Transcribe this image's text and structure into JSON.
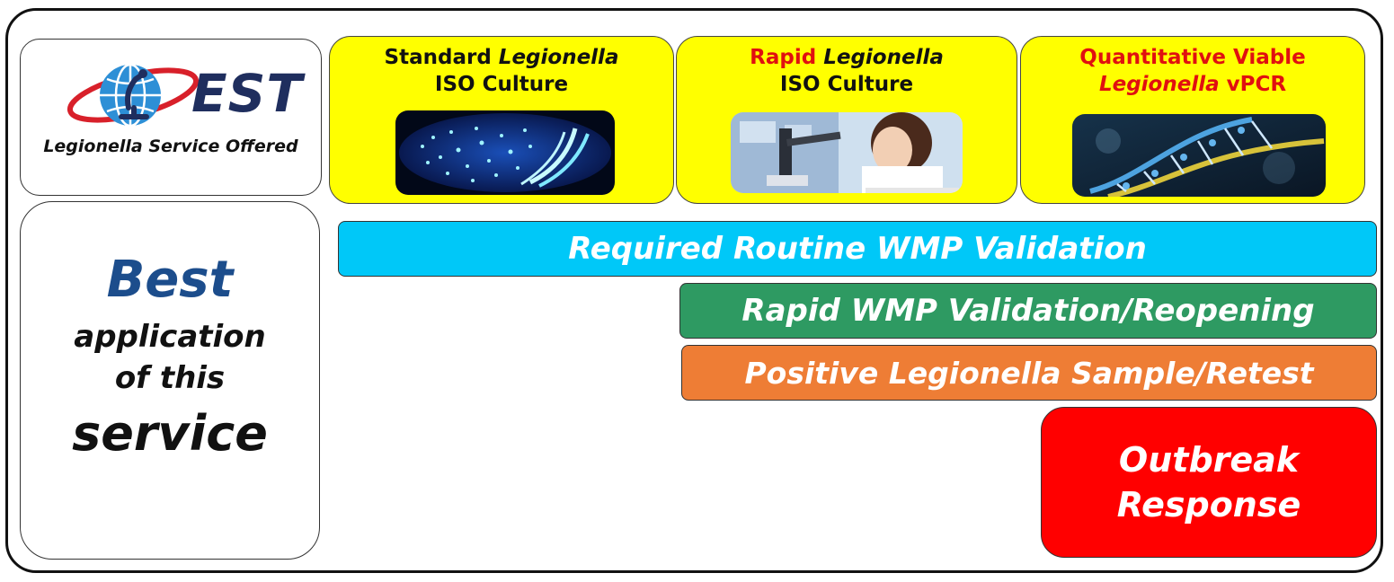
{
  "logo": {
    "brand": "EST",
    "caption": "Legionella Service Offered"
  },
  "services": [
    {
      "line1_normal": "Standard ",
      "line1_italic": "Legionella",
      "line2": "ISO Culture",
      "title_color": "#111111",
      "image": "petri-dish-colonies"
    },
    {
      "line1_normal": "Rapid ",
      "line1_italic": "Legionella",
      "line2": "ISO Culture",
      "title_color": "#e01010",
      "image": "scientist-microscope"
    },
    {
      "line1_normal": "Quantitative Viable",
      "line1_italic": "",
      "line2_italic": "Legionella",
      "line2_normal": " vPCR",
      "title_color": "#e01010",
      "image": "dna-helix"
    }
  ],
  "best": {
    "word": "Best",
    "line1": "application",
    "line2": "of this",
    "line3": "service"
  },
  "bars": {
    "routine": "Required Routine WMP Validation",
    "rapid": "Rapid WMP Validation/Reopening",
    "positive": "Positive Legionella Sample/Retest",
    "outbreak_line1": "Outbreak",
    "outbreak_line2": "Response"
  },
  "colors": {
    "card_yellow": "#ffff00",
    "bar_cyan": "#00c8f8",
    "bar_green": "#2e9a62",
    "bar_orange": "#ee7d35",
    "bar_red": "#ff0000",
    "brand_navy": "#1f2e5e"
  }
}
